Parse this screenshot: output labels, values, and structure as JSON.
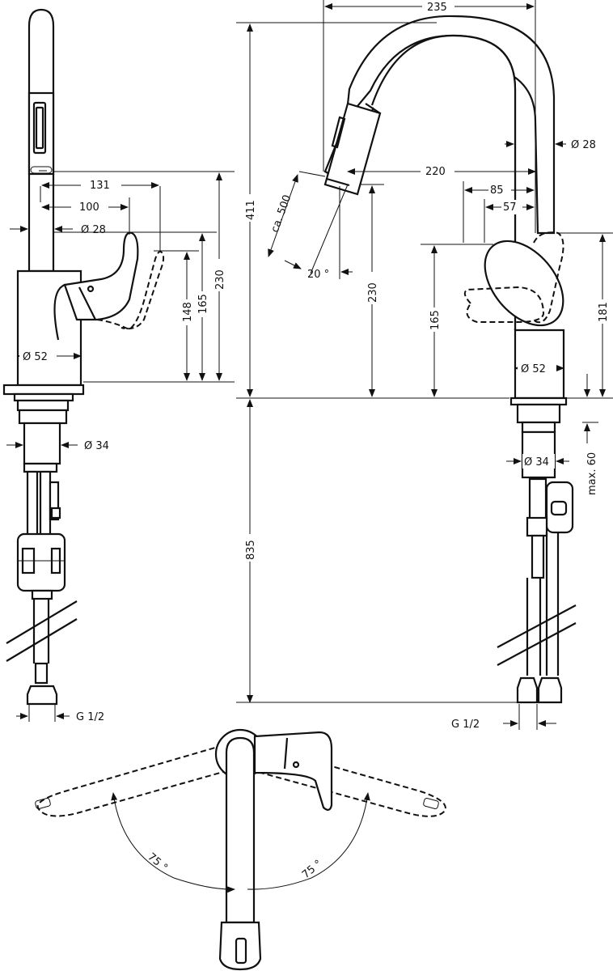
{
  "dimensions": {
    "left_view": {
      "d131": "131",
      "d100": "100",
      "d28": "Ø 28",
      "d230": "230",
      "d165": "165",
      "d148": "148",
      "d52": "Ø 52",
      "d34": "Ø 34",
      "g12": "G 1/2"
    },
    "right_view": {
      "d235": "235",
      "d411": "411",
      "d28": "Ø 28",
      "d220": "220",
      "d85": "85",
      "d57": "57",
      "d500": "ca. 500",
      "d20": "20 °",
      "d230": "230",
      "d165": "165",
      "d181": "181",
      "d52": "Ø 52",
      "d34": "Ø 34",
      "max60": "max. 60",
      "d835": "835",
      "g12": "G 1/2"
    },
    "top_view": {
      "angle_left": "75 °",
      "angle_right": "75 °"
    }
  }
}
